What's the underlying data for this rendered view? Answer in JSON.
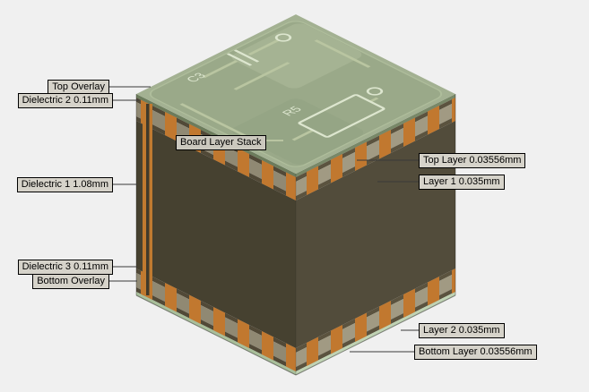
{
  "scene": {
    "background": "#f0f0f0",
    "view_name": "Board Layer Stack"
  },
  "labels": {
    "left": [
      {
        "text": "Top Overlay"
      },
      {
        "text": "Dielectric 2 0.11mm"
      },
      {
        "text": "Dielectric 1 1.08mm"
      },
      {
        "text": "Dielectric 3 0.11mm"
      },
      {
        "text": "Bottom Overlay"
      }
    ],
    "center": {
      "text": "Board Layer Stack"
    },
    "right": [
      {
        "text": "Top Layer 0.03556mm"
      },
      {
        "text": "Layer 1 0.035mm"
      },
      {
        "text": "Layer 2 0.035mm"
      },
      {
        "text": "Bottom Layer 0.03556mm"
      }
    ]
  },
  "silkscreen": {
    "c3": "C3",
    "r5": "R5"
  },
  "colors": {
    "copper": "#c1782f",
    "board_top_green": "#a3b192",
    "dielectric_core": "#464130",
    "dielectric_band": "#908973",
    "bottom_overlay": "#c0d3b4",
    "label_background": "#d6d3ca",
    "label_border": "#000000"
  }
}
